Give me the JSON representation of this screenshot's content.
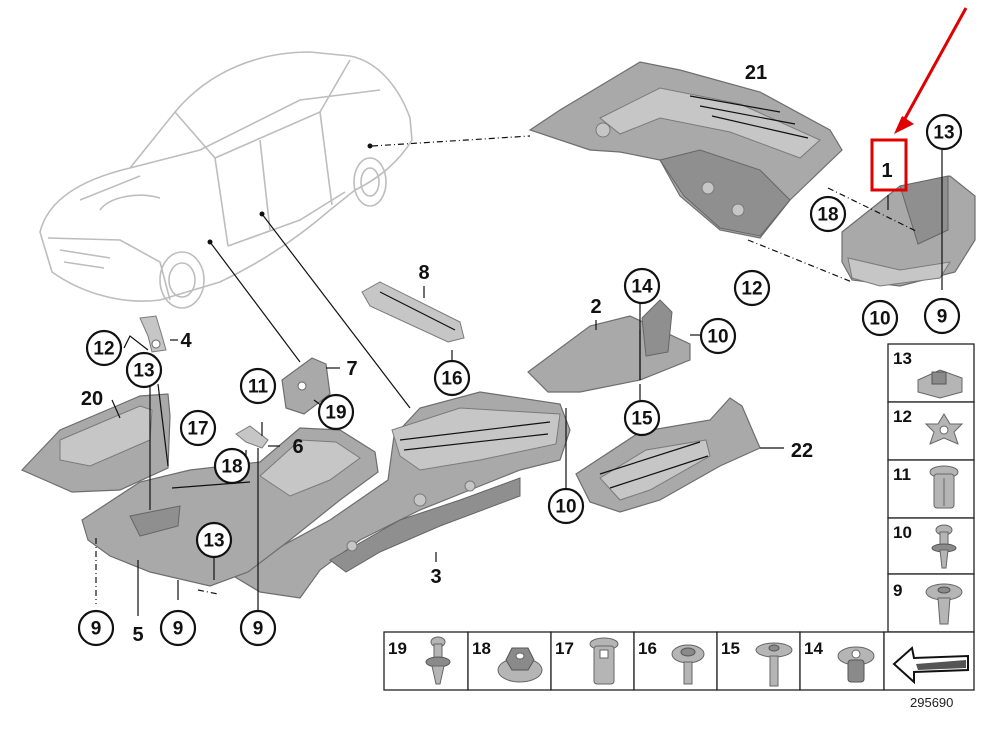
{
  "diagram": {
    "reference_number": "295690",
    "highlight_color": "#e00000",
    "callouts": [
      {
        "id": "c21",
        "label": "21",
        "style": "plain"
      },
      {
        "id": "c1",
        "label": "1",
        "style": "plain"
      },
      {
        "id": "c13a",
        "label": "13",
        "style": "circle"
      },
      {
        "id": "c18a",
        "label": "18",
        "style": "circle"
      },
      {
        "id": "c12a",
        "label": "12",
        "style": "circle"
      },
      {
        "id": "c10a",
        "label": "10",
        "style": "circle"
      },
      {
        "id": "c9a",
        "label": "9",
        "style": "circle"
      },
      {
        "id": "c8",
        "label": "8",
        "style": "plain"
      },
      {
        "id": "c16",
        "label": "16",
        "style": "circle"
      },
      {
        "id": "c2",
        "label": "2",
        "style": "plain"
      },
      {
        "id": "c14",
        "label": "14",
        "style": "circle"
      },
      {
        "id": "c10b",
        "label": "10",
        "style": "circle"
      },
      {
        "id": "c15",
        "label": "15",
        "style": "circle"
      },
      {
        "id": "c22",
        "label": "22",
        "style": "plain"
      },
      {
        "id": "c10c",
        "label": "10",
        "style": "circle"
      },
      {
        "id": "c12b",
        "label": "12",
        "style": "circle"
      },
      {
        "id": "c4",
        "label": "4",
        "style": "plain"
      },
      {
        "id": "c13b",
        "label": "13",
        "style": "circle"
      },
      {
        "id": "c20",
        "label": "20",
        "style": "plain"
      },
      {
        "id": "c7",
        "label": "7",
        "style": "plain"
      },
      {
        "id": "c11",
        "label": "11",
        "style": "circle"
      },
      {
        "id": "c19",
        "label": "19",
        "style": "circle"
      },
      {
        "id": "c17",
        "label": "17",
        "style": "circle"
      },
      {
        "id": "c6",
        "label": "6",
        "style": "plain"
      },
      {
        "id": "c18b",
        "label": "18",
        "style": "circle"
      },
      {
        "id": "c13c",
        "label": "13",
        "style": "circle"
      },
      {
        "id": "c3",
        "label": "3",
        "style": "plain"
      },
      {
        "id": "c9b",
        "label": "9",
        "style": "circle"
      },
      {
        "id": "c5",
        "label": "5",
        "style": "plain"
      },
      {
        "id": "c9c",
        "label": "9",
        "style": "circle"
      },
      {
        "id": "c9d",
        "label": "9",
        "style": "circle"
      }
    ],
    "fastener_legend": {
      "right_column": [
        "13",
        "12",
        "11",
        "10",
        "9"
      ],
      "bottom_row": [
        "19",
        "18",
        "17",
        "16",
        "15",
        "14"
      ]
    }
  }
}
